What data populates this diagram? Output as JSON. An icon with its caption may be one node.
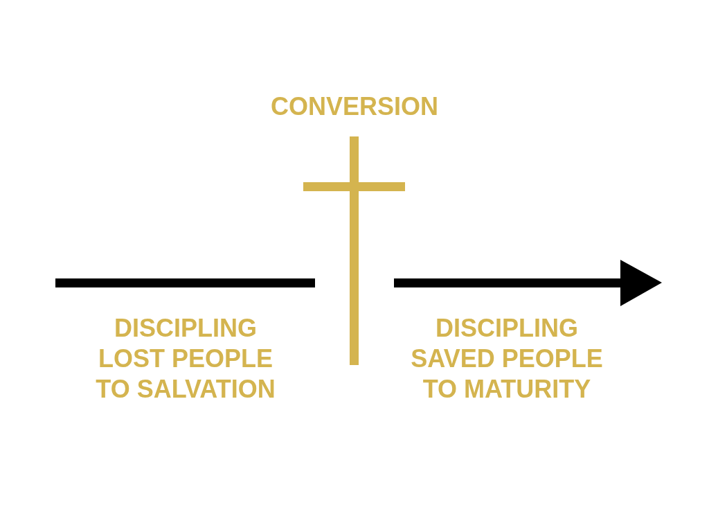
{
  "diagram": {
    "labels": [
      "CONVERSION",
      "DISCIPLING LOST PEOPLE TO SALVATION",
      "DISCIPLING SAVED PEOPLE TO MATURITY"
    ]
  }
}
